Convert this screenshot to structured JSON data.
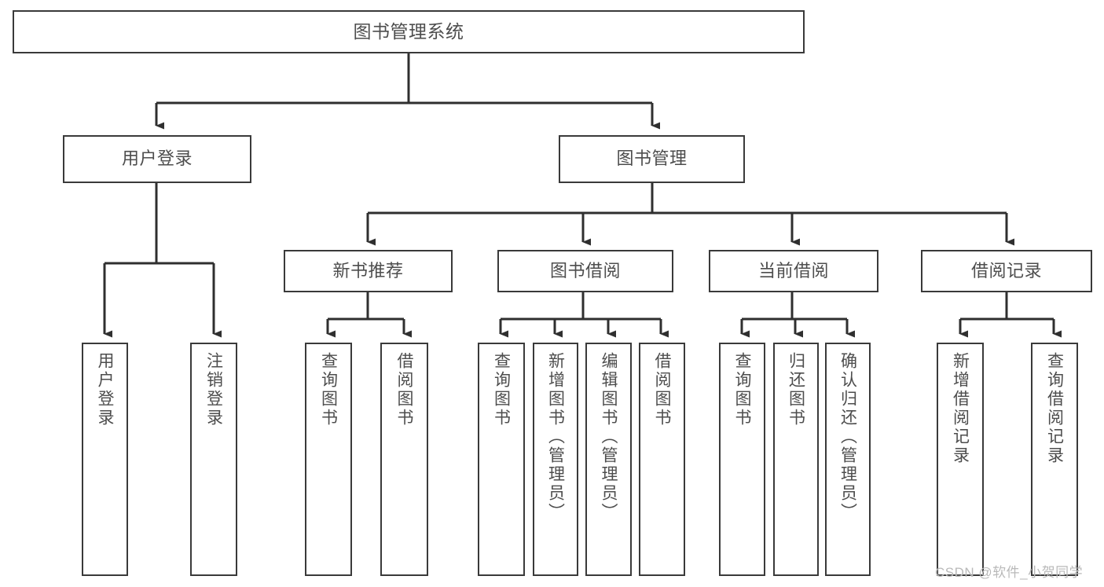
{
  "diagram": {
    "type": "tree-hierarchy-chart",
    "title": "图书管理系统",
    "stroke_color": "#3a3a3a",
    "text_color": "#4d4d4d",
    "background_color": "#ffffff",
    "watermark": "CSDN @软件_小贺同学",
    "nodes": {
      "root": {
        "label": "图书管理系统"
      },
      "level2": [
        {
          "id": "user-login",
          "label": "用户登录"
        },
        {
          "id": "book-management",
          "label": "图书管理"
        }
      ],
      "level3": [
        {
          "id": "new-book-recommend",
          "label": "新书推荐"
        },
        {
          "id": "book-borrow",
          "label": "图书借阅"
        },
        {
          "id": "current-borrow",
          "label": "当前借阅"
        },
        {
          "id": "borrow-record",
          "label": "借阅记录"
        }
      ],
      "leaves": {
        "user_login": [
          {
            "id": "leaf-user-login",
            "label": "用户登录"
          },
          {
            "id": "leaf-logout-login",
            "label": "注销登录"
          }
        ],
        "new_book_recommend": [
          {
            "id": "leaf-query-book-1",
            "label": "查询图书"
          },
          {
            "id": "leaf-borrow-book-1",
            "label": "借阅图书"
          }
        ],
        "book_borrow": [
          {
            "id": "leaf-query-book-2",
            "label": "查询图书"
          },
          {
            "id": "leaf-add-book",
            "label": "新增图书（管理员）"
          },
          {
            "id": "leaf-edit-book",
            "label": "编辑图书（管理员）"
          },
          {
            "id": "leaf-borrow-book-2",
            "label": "借阅图书"
          }
        ],
        "current_borrow": [
          {
            "id": "leaf-query-book-3",
            "label": "查询图书"
          },
          {
            "id": "leaf-return-book",
            "label": "归还图书"
          },
          {
            "id": "leaf-confirm-return",
            "label": "确认归还（管理员）"
          }
        ],
        "borrow_record": [
          {
            "id": "leaf-add-borrow-record",
            "label": "新增借阅记录"
          },
          {
            "id": "leaf-query-borrow-record",
            "label": "查询借阅记录"
          }
        ]
      }
    }
  }
}
